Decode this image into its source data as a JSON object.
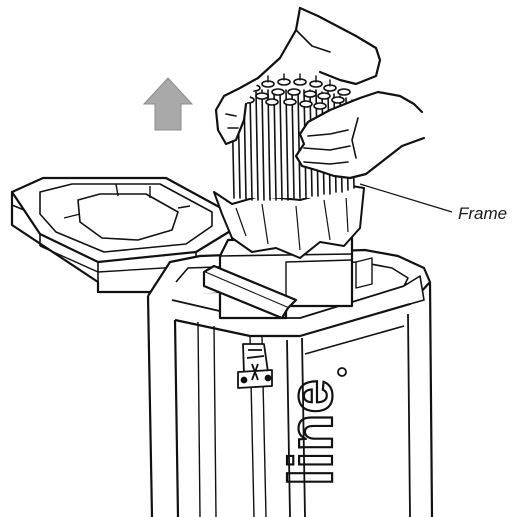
{
  "callouts": {
    "frame_label": "Frame"
  },
  "container": {
    "logo_text": "line"
  },
  "indicators": {
    "lift_direction": "arrow-up",
    "arrow_color": "#a9a9a9"
  },
  "colors": {
    "line": "#111111",
    "background": "#ffffff"
  }
}
